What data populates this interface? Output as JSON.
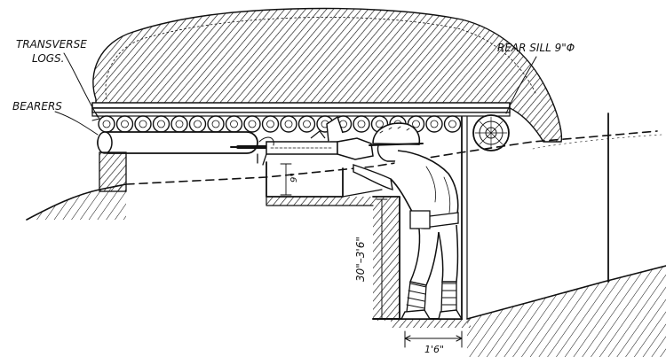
{
  "labels": {
    "transverse_logs_1": "TRANSVERSE",
    "transverse_logs_2": "LOGS.",
    "bearers": "BEARERS",
    "rear_sill": "REAR SILL 9\"Φ",
    "dim_height": "30\"–3'6\"",
    "dim_width": "1'6\"",
    "dim_loophole": "9\""
  },
  "colors": {
    "ink": "#111111",
    "paper": "#ffffff"
  }
}
